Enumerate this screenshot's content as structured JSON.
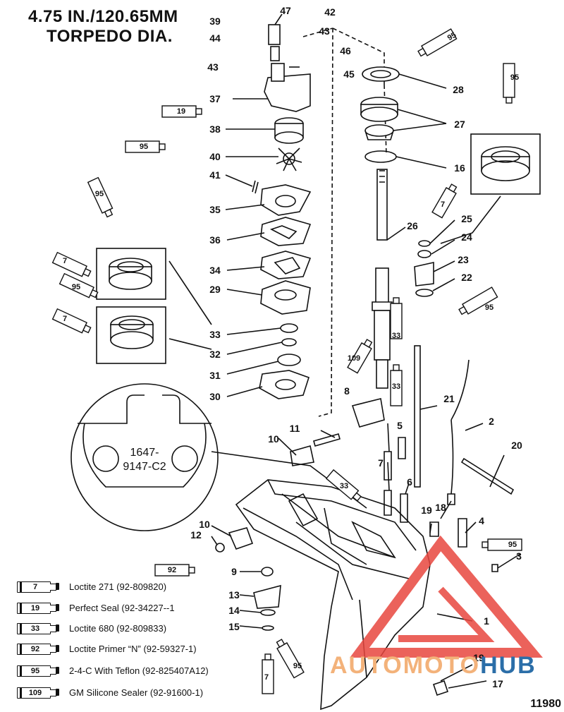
{
  "header": {
    "line1": "4.75 IN./120.65MM",
    "line2": "TORPEDO DIA."
  },
  "callouts": [
    "47",
    "42",
    "43",
    "39",
    "44",
    "46",
    "43",
    "45",
    "37",
    "28",
    "27",
    "38",
    "16",
    "40",
    "41",
    "26",
    "25",
    "24",
    "35",
    "36",
    "23",
    "34",
    "22",
    "29",
    "33",
    "32",
    "31",
    "30",
    "8",
    "21",
    "2",
    "11",
    "5",
    "10",
    "20",
    "7",
    "6",
    "19",
    "18",
    "4",
    "10",
    "12",
    "9",
    "3",
    "13",
    "14",
    "1",
    "15",
    "19",
    "17"
  ],
  "tube_labels": [
    "95",
    "19",
    "95",
    "95",
    "7",
    "95",
    "7",
    "95",
    "7",
    "109",
    "95",
    "33",
    "33",
    "33",
    "95",
    "92",
    "7",
    "95"
  ],
  "inset": {
    "line1": "1647-",
    "line2": "9147-C2"
  },
  "legend": [
    {
      "tube": "7",
      "text": "Loctite 271 (92-809820)"
    },
    {
      "tube": "19",
      "text": "Perfect Seal (92-34227--1"
    },
    {
      "tube": "33",
      "text": "Loctite 680 (92-809833)"
    },
    {
      "tube": "92",
      "text": "Loctite Primer “N” (92-59327-1)"
    },
    {
      "tube": "95",
      "text": "2-4-C  With Teflon (92-825407A12)"
    },
    {
      "tube": "109",
      "text": "GM Silicone Sealer (92-91600-1)"
    }
  ],
  "watermark": {
    "part1": "AUTOMOTO",
    "part2": "HUB"
  },
  "document_number": "11980",
  "colors": {
    "line": "#111111",
    "watermark_red": "#e8473f",
    "watermark_orange": "#f3b27a",
    "watermark_blue": "#2b6ea8"
  }
}
